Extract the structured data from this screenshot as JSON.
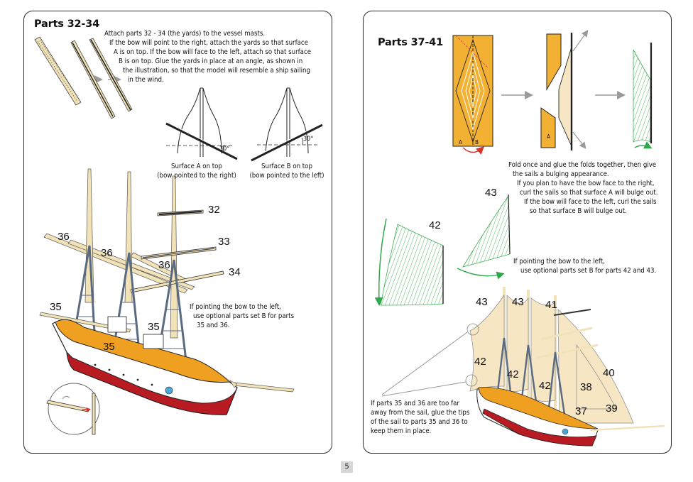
{
  "page_number": "5",
  "left": {
    "title": "Parts 32-34",
    "instructions": [
      "Attach parts 32 - 34 (the yards) to the vessel masts.",
      "If the bow will point to the right, attach the yards so that surface",
      "A is on top. If the bow will face to the left, attach so that surface",
      "B is on top. Glue the yards in place at an angle, as shown in",
      "the illustration, so that the model will resemble a ship sailing",
      "in the wind."
    ],
    "angle_a": "30°",
    "angle_b": "30°",
    "caption_a": [
      "Surface A on top",
      "(bow pointed to the right)"
    ],
    "caption_b": [
      "Surface B on top",
      "(bow pointed to the left)"
    ],
    "optional_note": [
      "If pointing the bow to the left,",
      "use optional parts set B for parts",
      "35 and 36."
    ],
    "labels": {
      "p32": "32",
      "p33": "33",
      "p34": "34",
      "p36a": "36",
      "p36b": "36",
      "p36c": "36",
      "p35a": "35",
      "p35b": "35",
      "p35c": "35"
    }
  },
  "right": {
    "title": "Parts 37-41",
    "fold_note": [
      "Fold once and glue the folds together, then give",
      "the sails a bulging appearance.",
      "If you plan to have the bow face to the right,",
      "curl the sails so that surface A will bulge out.",
      "If the bow will face to the left, curl the sails",
      "so that surface B will bulge out."
    ],
    "optional_note": [
      "If pointing the bow to the left,",
      "use optional parts set B for parts 42 and 43."
    ],
    "tips_note": [
      "If parts 35 and 36 are too far",
      "away from the sail, glue the tips",
      "of the sail to parts 35 and 36 to",
      "keep them in place."
    ],
    "surface_a": "A",
    "surface_b": "B",
    "surface_a2": "A",
    "labels": {
      "p42": "42",
      "p43": "43",
      "s43a": "43",
      "s43b": "43",
      "s41": "41",
      "s42a": "42",
      "s42b": "42",
      "s42c": "42",
      "s40": "40",
      "s38": "38",
      "s37": "37",
      "s39": "39"
    }
  },
  "colors": {
    "sail_orange": "#f2b133",
    "sail_cream": "#f6e6c4",
    "sail_green": "#3fae52",
    "deck_orange": "#f0a020",
    "hull_red": "#b81c22",
    "mast_wood": "#f1e2b8",
    "arrow_gray": "#9a9a9a",
    "arrow_red": "#d9332a",
    "arrow_green": "#2ea84a"
  }
}
